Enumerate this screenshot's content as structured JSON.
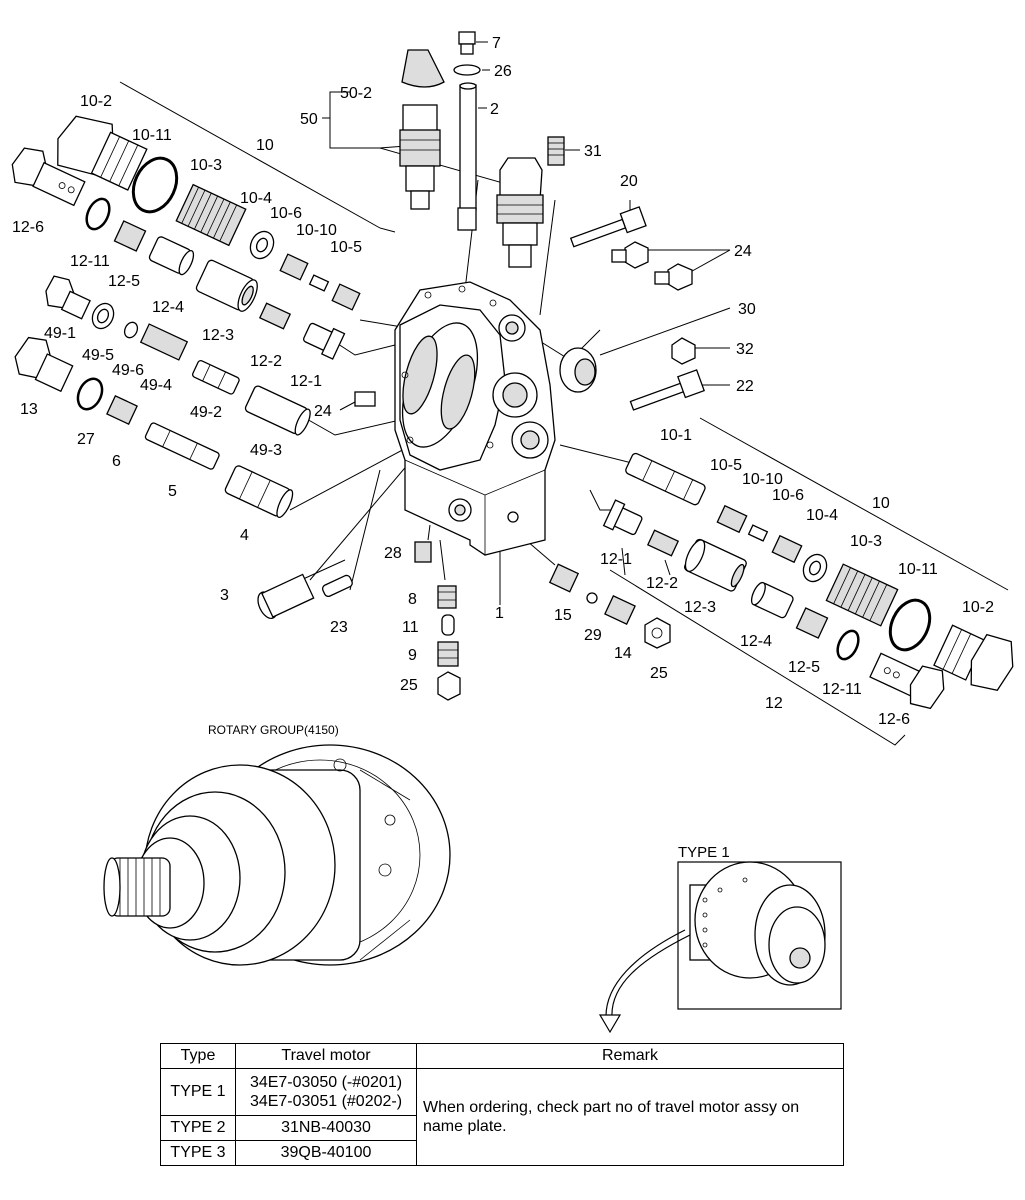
{
  "labels": {
    "l7": "7",
    "l26": "26",
    "l2": "2",
    "l50_2": "50-2",
    "l50": "50",
    "l31": "31",
    "l20": "20",
    "l24a": "24",
    "l30": "30",
    "l32": "32",
    "l22": "22",
    "l24b": "24",
    "l10_2a": "10-2",
    "l10_11a": "10-11",
    "l10a": "10",
    "l10_3a": "10-3",
    "l10_4a": "10-4",
    "l10_6a": "10-6",
    "l10_10a": "10-10",
    "l10_5a": "10-5",
    "l12_6a": "12-6",
    "l12_11a": "12-11",
    "l12_5a": "12-5",
    "l12_4a": "12-4",
    "l12_3a": "12-3",
    "l12_2a": "12-2",
    "l12_1a": "12-1",
    "l49_1": "49-1",
    "l49_5": "49-5",
    "l49_6": "49-6",
    "l49_4": "49-4",
    "l49_2": "49-2",
    "l49_3": "49-3",
    "l13": "13",
    "l27": "27",
    "l6": "6",
    "l5": "5",
    "l4": "4",
    "l3": "3",
    "l23": "23",
    "l28": "28",
    "l8": "8",
    "l11": "11",
    "l9": "9",
    "l25a": "25",
    "l1": "1",
    "l15": "15",
    "l29": "29",
    "l14": "14",
    "l25b": "25",
    "l12_1b": "12-1",
    "l12_2b": "12-2",
    "l12_3b": "12-3",
    "l12_4b": "12-4",
    "l12_5b": "12-5",
    "l12_11b": "12-11",
    "l12_6b": "12-6",
    "l12b": "12",
    "l10_1": "10-1",
    "l10_5b": "10-5",
    "l10_10b": "10-10",
    "l10_6b": "10-6",
    "l10_4b": "10-4",
    "l10_3b": "10-3",
    "l10b": "10",
    "l10_11b": "10-11",
    "l10_2b": "10-2"
  },
  "rotary_caption": "ROTARY GROUP(4150)",
  "type1_caption": "TYPE 1",
  "table": {
    "headers": [
      "Type",
      "Travel motor",
      "Remark"
    ],
    "rows": [
      {
        "type": "TYPE 1",
        "motor_a": "34E7-03050 (-#0201)",
        "motor_b": "34E7-03051 (#0202-)"
      },
      {
        "type": "TYPE 2",
        "motor_a": "31NB-40030"
      },
      {
        "type": "TYPE 3",
        "motor_a": "39QB-40100"
      }
    ],
    "remark": "When ordering, check part no of travel motor assy on name plate."
  }
}
